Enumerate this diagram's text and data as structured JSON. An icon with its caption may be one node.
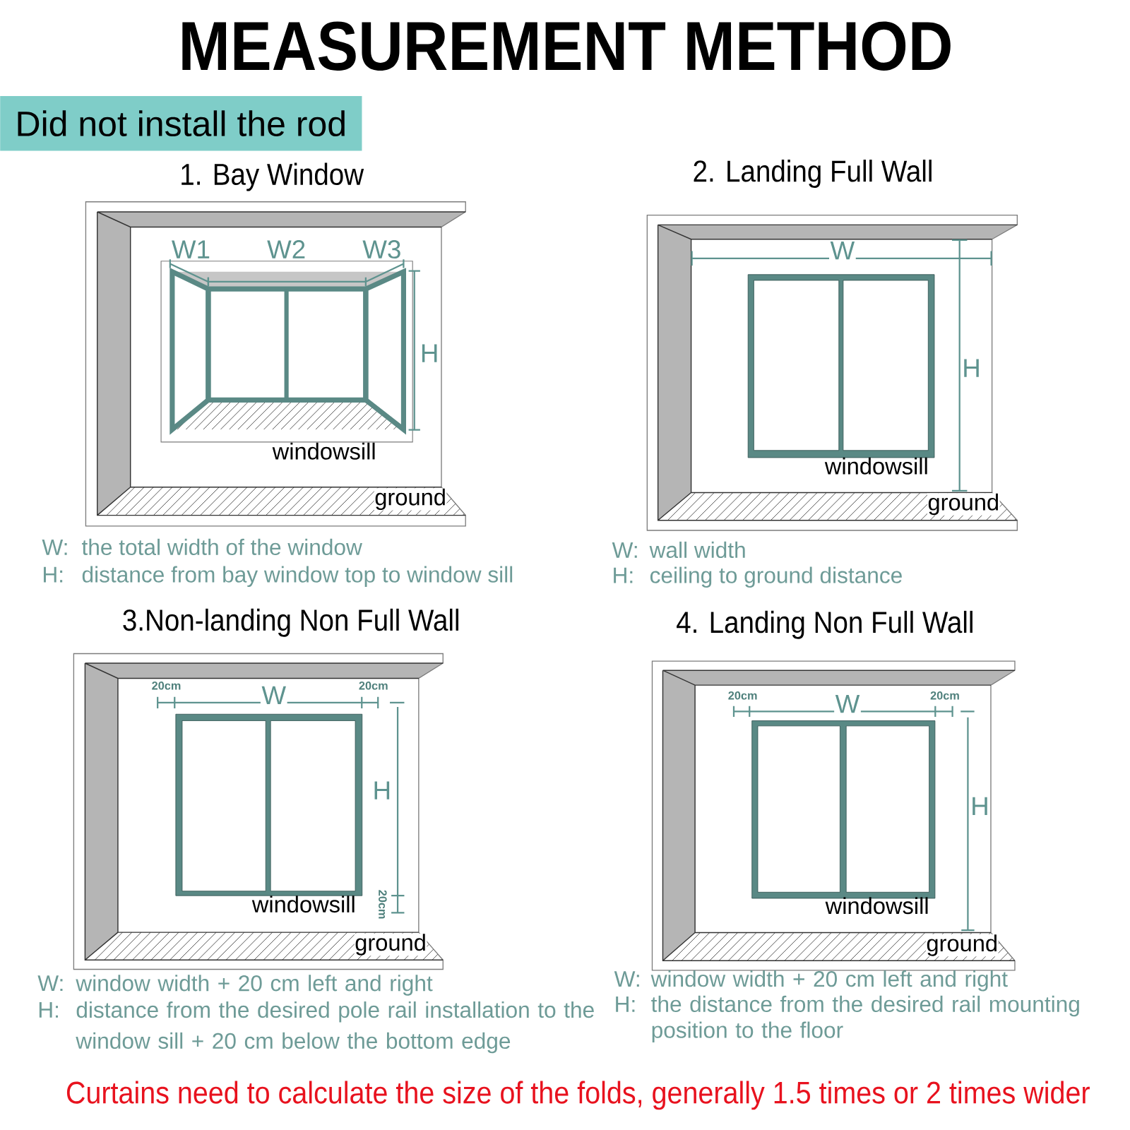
{
  "diagram": {
    "title": "MEASUREMENT METHOD",
    "caption": "Curtains need to calculate the size of the folds, generally 1.5 times or 2 times wider",
    "nodes": [
      {
        "text": [
          "Did not install the rod"
        ]
      },
      {
        "text": [
          "1. Bay Window"
        ],
        "beside": [
          "W:",
          "the total width of the window",
          "H:",
          "distance from bay window top to window sill"
        ]
      },
      {
        "text": [
          "2. Landing Full Wall"
        ],
        "beside": [
          "W:",
          "wall width",
          "H:",
          "ceiling to ground distance"
        ]
      },
      {
        "text": [
          "3.Non-landing Non Full Wall"
        ],
        "beside": [
          "W:",
          "window width + 20 cm left and right",
          "H:",
          "distance from the desired pole rail installation to the window sill + 20 cm below the bottom edge"
        ]
      },
      {
        "text": [
          "4. Landing Non Full Wall"
        ],
        "beside": [
          "W:",
          "window width + 20 cm left and right",
          "H:",
          "the distance from the desired rail mounting position to the floor"
        ]
      }
    ],
    "labels": [
      "W1",
      "W2",
      "W3",
      "H",
      "windowsill",
      "ground",
      "W",
      "H",
      "windowsill",
      "ground",
      "20cm",
      "W",
      "20cm",
      "H",
      "20cm",
      "windowsill",
      "ground",
      "20cm",
      "W",
      "20cm",
      "H",
      "windowsill",
      "ground"
    ]
  }
}
